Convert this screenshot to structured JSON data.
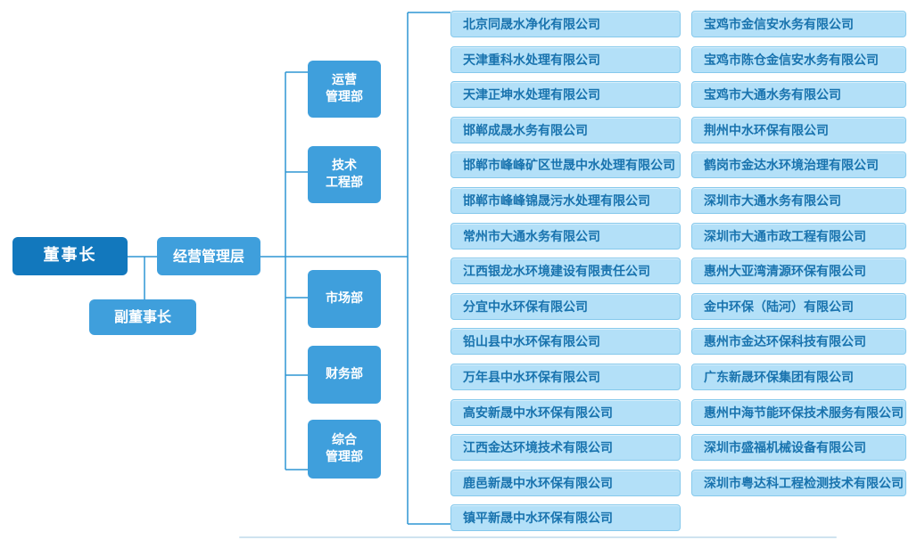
{
  "org": {
    "chairman": "董事长",
    "vice_chairman": "副董事长",
    "management_layer": "经营管理层",
    "departments": [
      {
        "label": "运营\n管理部"
      },
      {
        "label": "技术\n工程部"
      },
      {
        "label": "市场部"
      },
      {
        "label": "财务部"
      },
      {
        "label": "综合\n管理部"
      }
    ],
    "subsidiaries_left": [
      "北京同晟水净化有限公司",
      "天津重科水处理有限公司",
      "天津正坤水处理有限公司",
      "邯郸成晟水务有限公司",
      "邯郸市峰峰矿区世晟中水处理有限公司",
      "邯郸市峰峰锦晟污水处理有限公司",
      "常州市大通水务有限公司",
      "江西银龙水环境建设有限责任公司",
      "分宜中水环保有限公司",
      "铅山县中水环保有限公司",
      "万年县中水环保有限公司",
      "高安新晟中水环保有限公司",
      "江西金达环境技术有限公司",
      "鹿邑新晟中水环保有限公司",
      "镇平新晟中水环保有限公司"
    ],
    "subsidiaries_right": [
      "宝鸡市金信安水务有限公司",
      "宝鸡市陈仓金信安水务有限公司",
      "宝鸡市大通水务有限公司",
      "荆州中水环保有限公司",
      "鹤岗市金达水环境治理有限公司",
      "深圳市大通水务有限公司",
      "深圳市大通市政工程有限公司",
      "惠州大亚湾清源环保有限公司",
      "金中环保（陆河）有限公司",
      "惠州市金达环保科技有限公司",
      "广东新晟环保集团有限公司",
      "惠州中海节能环保技术服务有限公司",
      "深圳市盛福机械设备有限公司",
      "深圳市粤达科工程检测技术有限公司"
    ]
  },
  "colors": {
    "chairman_box": "#1278bd",
    "exec_box": "#3f9fdc",
    "company_fill": "#b3e0f8",
    "company_border": "#86c9ec",
    "company_text": "#1973ae",
    "connector": "#2e96d4"
  }
}
